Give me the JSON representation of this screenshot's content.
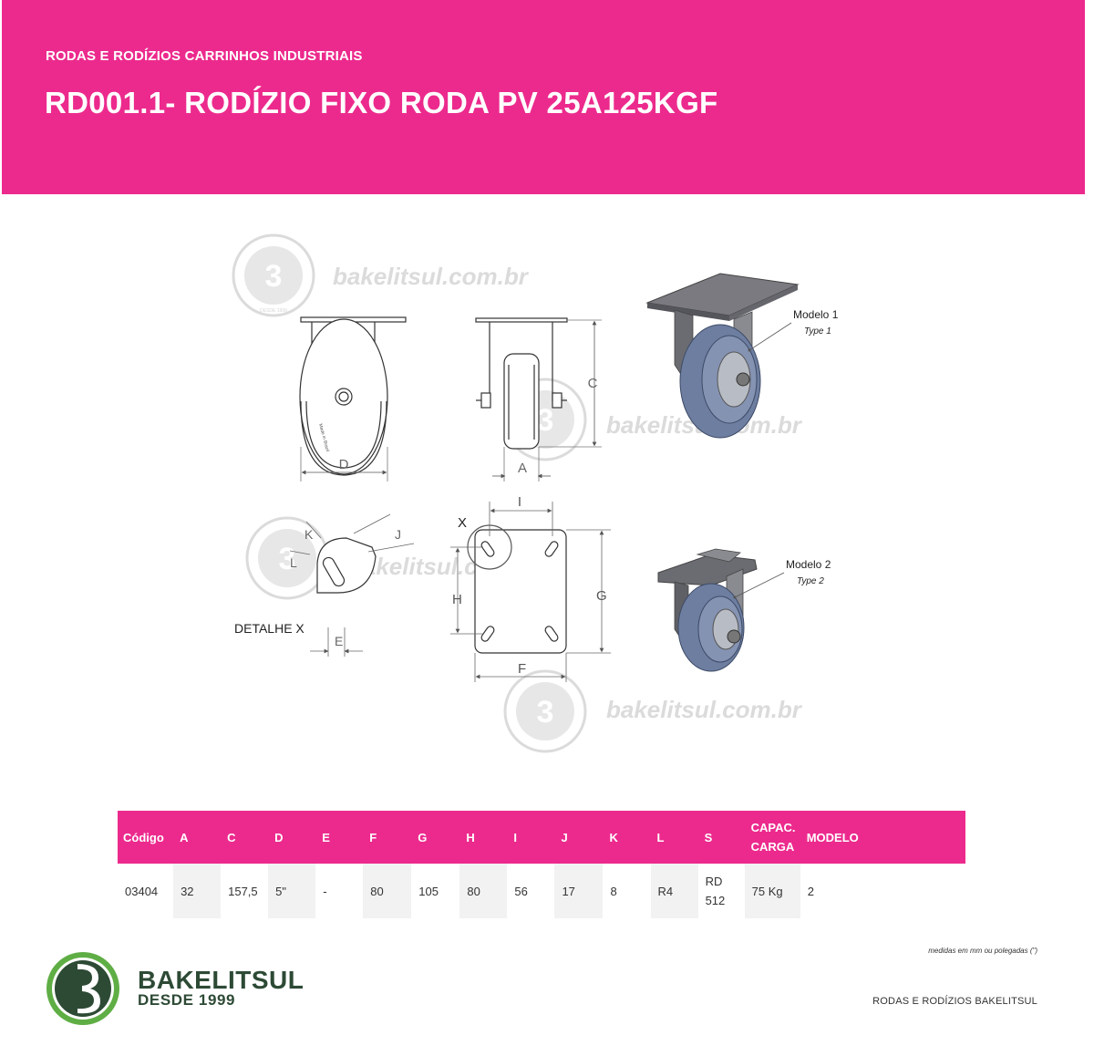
{
  "header": {
    "category": "RODAS E RODÍZIOS CARRINHOS INDUSTRIAIS",
    "title": "RD001.1- RODÍZIO FIXO RODA PV 25A125KGF"
  },
  "drawing": {
    "watermark": "bakelitsul.com.br",
    "watermark_small": "DESDE 1999",
    "dims": {
      "C": "C",
      "D": "D",
      "A": "A",
      "I": "I",
      "X": "X",
      "H": "H",
      "G": "G",
      "F": "F",
      "K": "K",
      "J": "J",
      "L": "L",
      "E": "E"
    },
    "detail_label": "DETALHE X",
    "model1_label": "Modelo 1",
    "model1_type": "Type 1",
    "model2_label": "Modelo 2",
    "model2_type": "Type 2"
  },
  "table": {
    "headers": [
      "Código",
      "A",
      "C",
      "D",
      "E",
      "F",
      "G",
      "H",
      "I",
      "J",
      "K",
      "L",
      "S",
      "CAPAC. CARGA",
      "MODELO"
    ],
    "capac_line1": "CAPAC.",
    "capac_line2": "CARGA",
    "row": [
      "03404",
      "32",
      "157,5",
      "5\"",
      "-",
      "80",
      "105",
      "80",
      "56",
      "17",
      "8",
      "R4",
      "RD 512",
      "75 Kg",
      "2"
    ],
    "s_line1": "RD",
    "s_line2": "512"
  },
  "note": "medidas em mm ou polegadas (\")",
  "footer": {
    "brand": "BAKELITSUL",
    "since": "DESDE 1999",
    "right_text": "RODAS E RODÍZIOS BAKELITSUL"
  },
  "colors": {
    "accent": "#ec2a8d",
    "brand_green": "#2d4a35",
    "wheel_blue": "#6d7ea0"
  }
}
